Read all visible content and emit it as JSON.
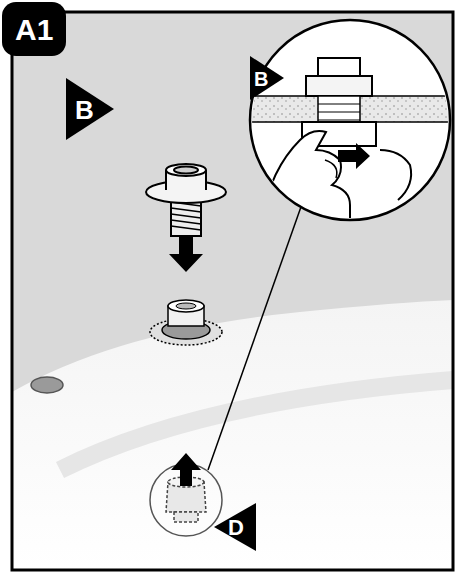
{
  "diagram": {
    "title": "A1",
    "labels": [
      "B",
      "B",
      "D"
    ]
  }
}
